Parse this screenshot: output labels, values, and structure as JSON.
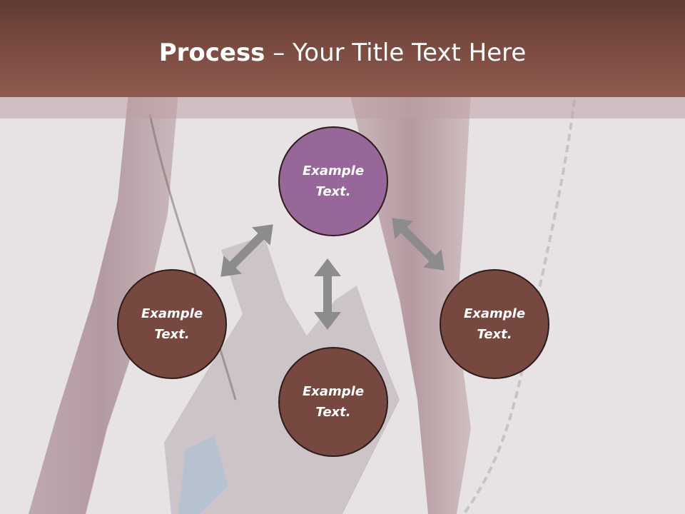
{
  "header": {
    "title_bold": "Process",
    "title_rest": " – Your Title Text Here",
    "bar_color": "#7a4a40"
  },
  "diagram": {
    "nodes": [
      {
        "id": "top",
        "label": "Example\nText.",
        "color": "#98679a"
      },
      {
        "id": "left",
        "label": "Example\nText.",
        "color": "#764840"
      },
      {
        "id": "right",
        "label": "Example\nText.",
        "color": "#764840"
      },
      {
        "id": "bottom",
        "label": "Example\nText.",
        "color": "#764840"
      }
    ],
    "arrow_color": "#8c8c8c"
  }
}
